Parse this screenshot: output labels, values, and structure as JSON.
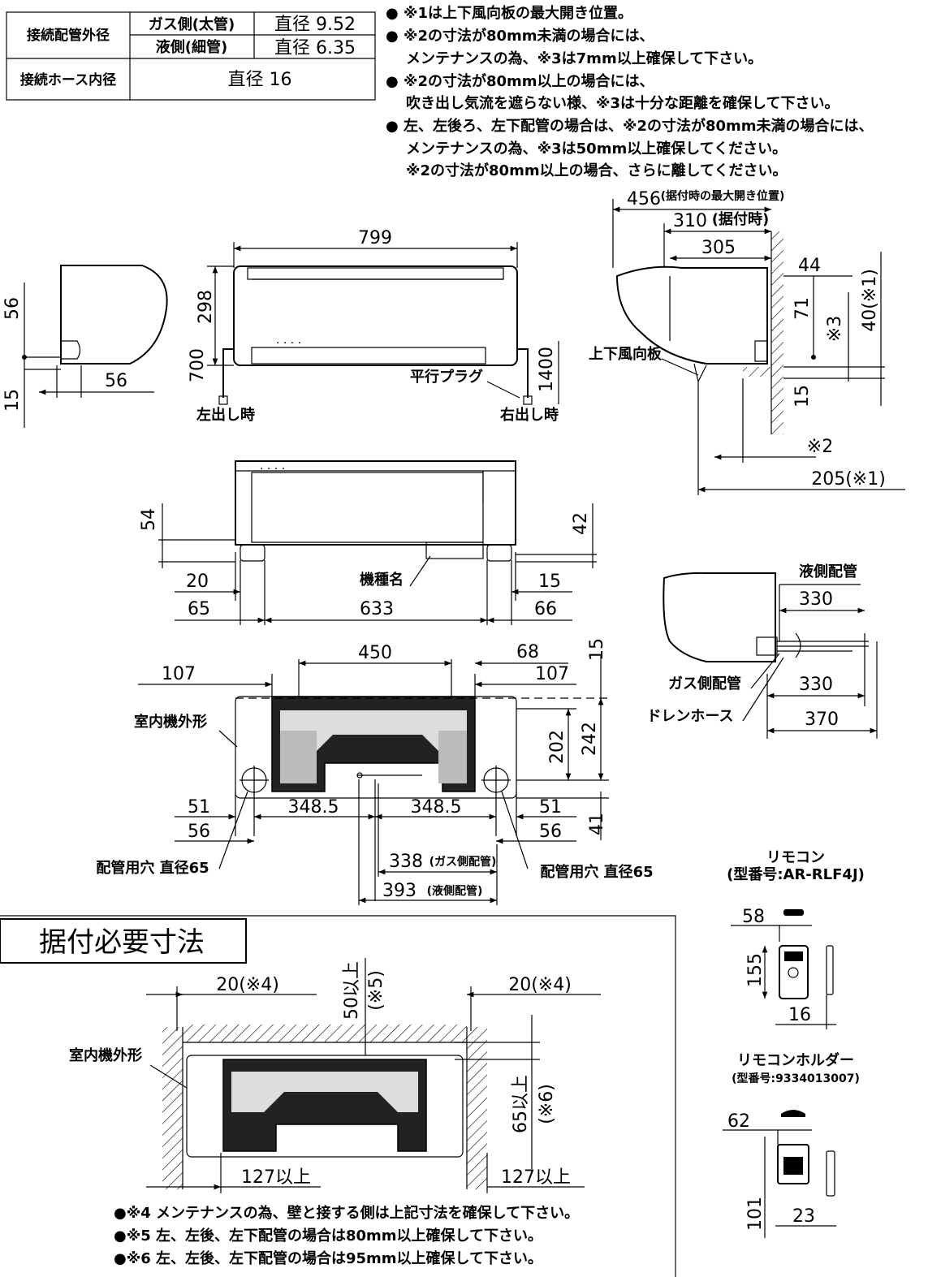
{
  "pipe_table": {
    "row1_label": "接続配管外径",
    "gas_side": "ガス側(太管)",
    "gas_dia": "直径 9.52",
    "liquid_side": "液側(細管)",
    "liquid_dia": "直径 6.35",
    "row2_label": "接続ホース内径",
    "hose_dia": "直径 16"
  },
  "notes_top": [
    "● ※1は上下風向板の最大開き位置。",
    "● ※2の寸法が80mm未満の場合には、",
    "メンテナンスの為、※3は7mm以上確保して下さい。",
    "● ※2の寸法が80mm以上の場合には、",
    "吹き出し気流を遮らない様、※3は十分な距離を確保して下さい。",
    "● 左、左後ろ、左下配管の場合は、※2の寸法が80mm未満の場合には、",
    "メンテナンスの為、※3は50mm以上確保してください。",
    "※2の寸法が80mm以上の場合、さらに離してください。"
  ],
  "front": {
    "w": "799",
    "h": "298",
    "left_plug": "700",
    "right_plug": "1400",
    "plug_label": "平行プラグ",
    "left_out": "左出し時",
    "right_out": "右出し時"
  },
  "left_side": {
    "d56a": "56",
    "d15": "15",
    "d56b": "56"
  },
  "right_side": {
    "d456": "456",
    "d456_note": "(据付時の最大開き位置)",
    "d310": "310",
    "d310_note": "(据付時)",
    "d305": "305",
    "d44": "44",
    "d71": "71",
    "d3": "※3",
    "d40": "40(※1)",
    "vane": "上下風向板",
    "d15": "15",
    "d2": "※2",
    "d205": "205(※1)"
  },
  "bottom": {
    "d54": "54",
    "d42": "42",
    "model": "機種名",
    "d20": "20",
    "d65": "65",
    "d633": "633",
    "d15": "15",
    "d66": "66"
  },
  "pipe_side": {
    "liquid": "液側配管",
    "d330a": "330",
    "gas": "ガス側配管",
    "d330b": "330",
    "drain": "ドレンホース",
    "d370": "370"
  },
  "mount": {
    "d450": "450",
    "d68": "68",
    "d15": "15",
    "d107a": "107",
    "d107b": "107",
    "outline": "室内機外形",
    "d202": "202",
    "d242": "242",
    "d51a": "51",
    "d3485a": "348.5",
    "d3485b": "348.5",
    "d51b": "51",
    "d56a": "56",
    "d56b": "56",
    "d41": "41",
    "hole_l": "配管用穴 直径65",
    "hole_r": "配管用穴 直径65",
    "d338": "338",
    "d338_note": "(ガス側配管)",
    "d393": "393",
    "d393_note": "(液側配管)"
  },
  "install": {
    "title": "据付必要寸法",
    "d20a": "20(※4)",
    "d20b": "20(※4)",
    "d50": "50以上",
    "d50_note": "(※5)",
    "outline": "室内機外形",
    "d65": "65以上",
    "d65_note": "(※6)",
    "d127a": "127以上",
    "d127b": "127以上",
    "notes": [
      "●※4 メンテナンスの為、壁と接する側は上記寸法を確保して下さい。",
      "●※5 左、左後、左下配管の場合は80mm以上確保して下さい。",
      "●※6 左、左後、左下配管の場合は95mm以上確保して下さい。"
    ]
  },
  "remote": {
    "title": "リモコン",
    "model": "(型番号:AR-RLF4J)",
    "d58": "58",
    "d155": "155",
    "d16": "16"
  },
  "holder": {
    "title": "リモコンホルダー",
    "model": "(型番号:9334013007)",
    "d62": "62",
    "d101": "101",
    "d23": "23"
  }
}
